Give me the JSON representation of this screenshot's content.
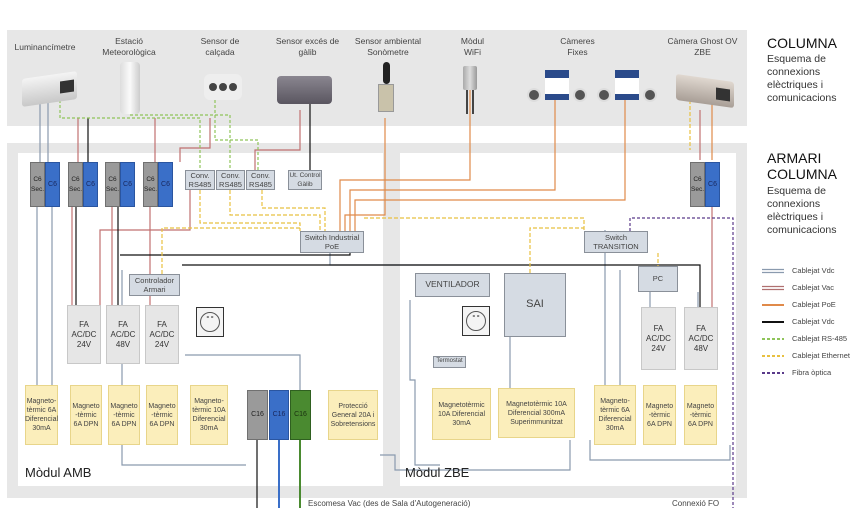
{
  "devices": [
    {
      "label": "Luminancímetre",
      "icon": "camera-housing-icon"
    },
    {
      "label": "Estació Meteorològica",
      "icon": "weather-station-icon"
    },
    {
      "label": "Sensor de calçada",
      "icon": "road-sensor-icon"
    },
    {
      "label": "Sensor excés de gàlib",
      "icon": "height-sensor-icon"
    },
    {
      "label": "Sensor ambiental Sonòmetre",
      "icon": "sound-meter-icon"
    },
    {
      "label": "Mòdul WiFi",
      "icon": "wifi-antenna-icon"
    },
    {
      "label": "Càmeres Fixes",
      "icon": "fixed-camera-icon"
    },
    {
      "label": "Càmera Ghost OV ZBE",
      "icon": "camera-housing-icon"
    }
  ],
  "side": {
    "columna_title": "COLUMNA",
    "columna_sub": "Esquema de connexions elèctriques i comunicacions",
    "armari_title": "ARMARI COLUMNA",
    "armari_sub": "Esquema de connexions elèctriques i comunicacions"
  },
  "legend": [
    {
      "label": "Cablejat Vdc",
      "color": "#8a9aae",
      "style": "double"
    },
    {
      "label": "Cablejat Vac",
      "color": "#b07070",
      "style": "double"
    },
    {
      "label": "Cablejat PoE",
      "color": "#e08a4a",
      "style": "solid"
    },
    {
      "label": "Cablejat Vdc",
      "color": "#111111",
      "style": "solid"
    },
    {
      "label": "Cablejat RS-485",
      "color": "#8fc45a",
      "style": "dashed"
    },
    {
      "label": "Cablejat Ethernet",
      "color": "#e8c040",
      "style": "dashed"
    },
    {
      "label": "Fibra òptica",
      "color": "#5a3a8a",
      "style": "dashed"
    }
  ],
  "breakers": {
    "c6_sec": "C6 Sec.",
    "c6": "C6",
    "c16": "C16"
  },
  "amb": {
    "module_label": "Mòdul AMB",
    "conv": [
      "Conv. RS485",
      "Conv. RS485",
      "Conv. RS485"
    ],
    "ut_control": "Ut. Control Gàlib",
    "switch": "Switch Industrial PoE",
    "controller": "Controlador Armari",
    "fa": [
      "FA AC/DC 24V",
      "FA AC/DC 48V",
      "FA AC/DC 24V"
    ],
    "mag": [
      "Magneto-tèrmic 6A Diferencial 30mA",
      "Magneto -tèrmic 6A DPN",
      "Magneto -tèrmic 6A DPN",
      "Magneto -tèrmic 6A DPN",
      "Magneto-tèrmic 10A Diferencial 30mA"
    ],
    "protection": "Protecció General 20A i Sobretensions"
  },
  "zbe": {
    "module_label": "Mòdul ZBE",
    "switch": "Switch TRANSITION",
    "fan": "VENTILADOR",
    "ups": "SAI",
    "thermostat": "Termostat",
    "pc": "PC",
    "fa": [
      "FA AC/DC 24V",
      "FA AC/DC 48V"
    ],
    "mag": [
      "Magnetotèrmic 10A Diferencial 30mA",
      "Magnetotèrmic 10A Diferencial 300mA Superimmunitzat",
      "Magneto-tèrmic 6A Diferencial 30mA",
      "Magneto -tèrmic 6A DPN",
      "Magneto -tèrmic 6A DPN"
    ]
  },
  "footer": {
    "supply": "Escomesa Vac (des de Sala d'Autogeneració)",
    "fiber": "Connexió FO"
  }
}
